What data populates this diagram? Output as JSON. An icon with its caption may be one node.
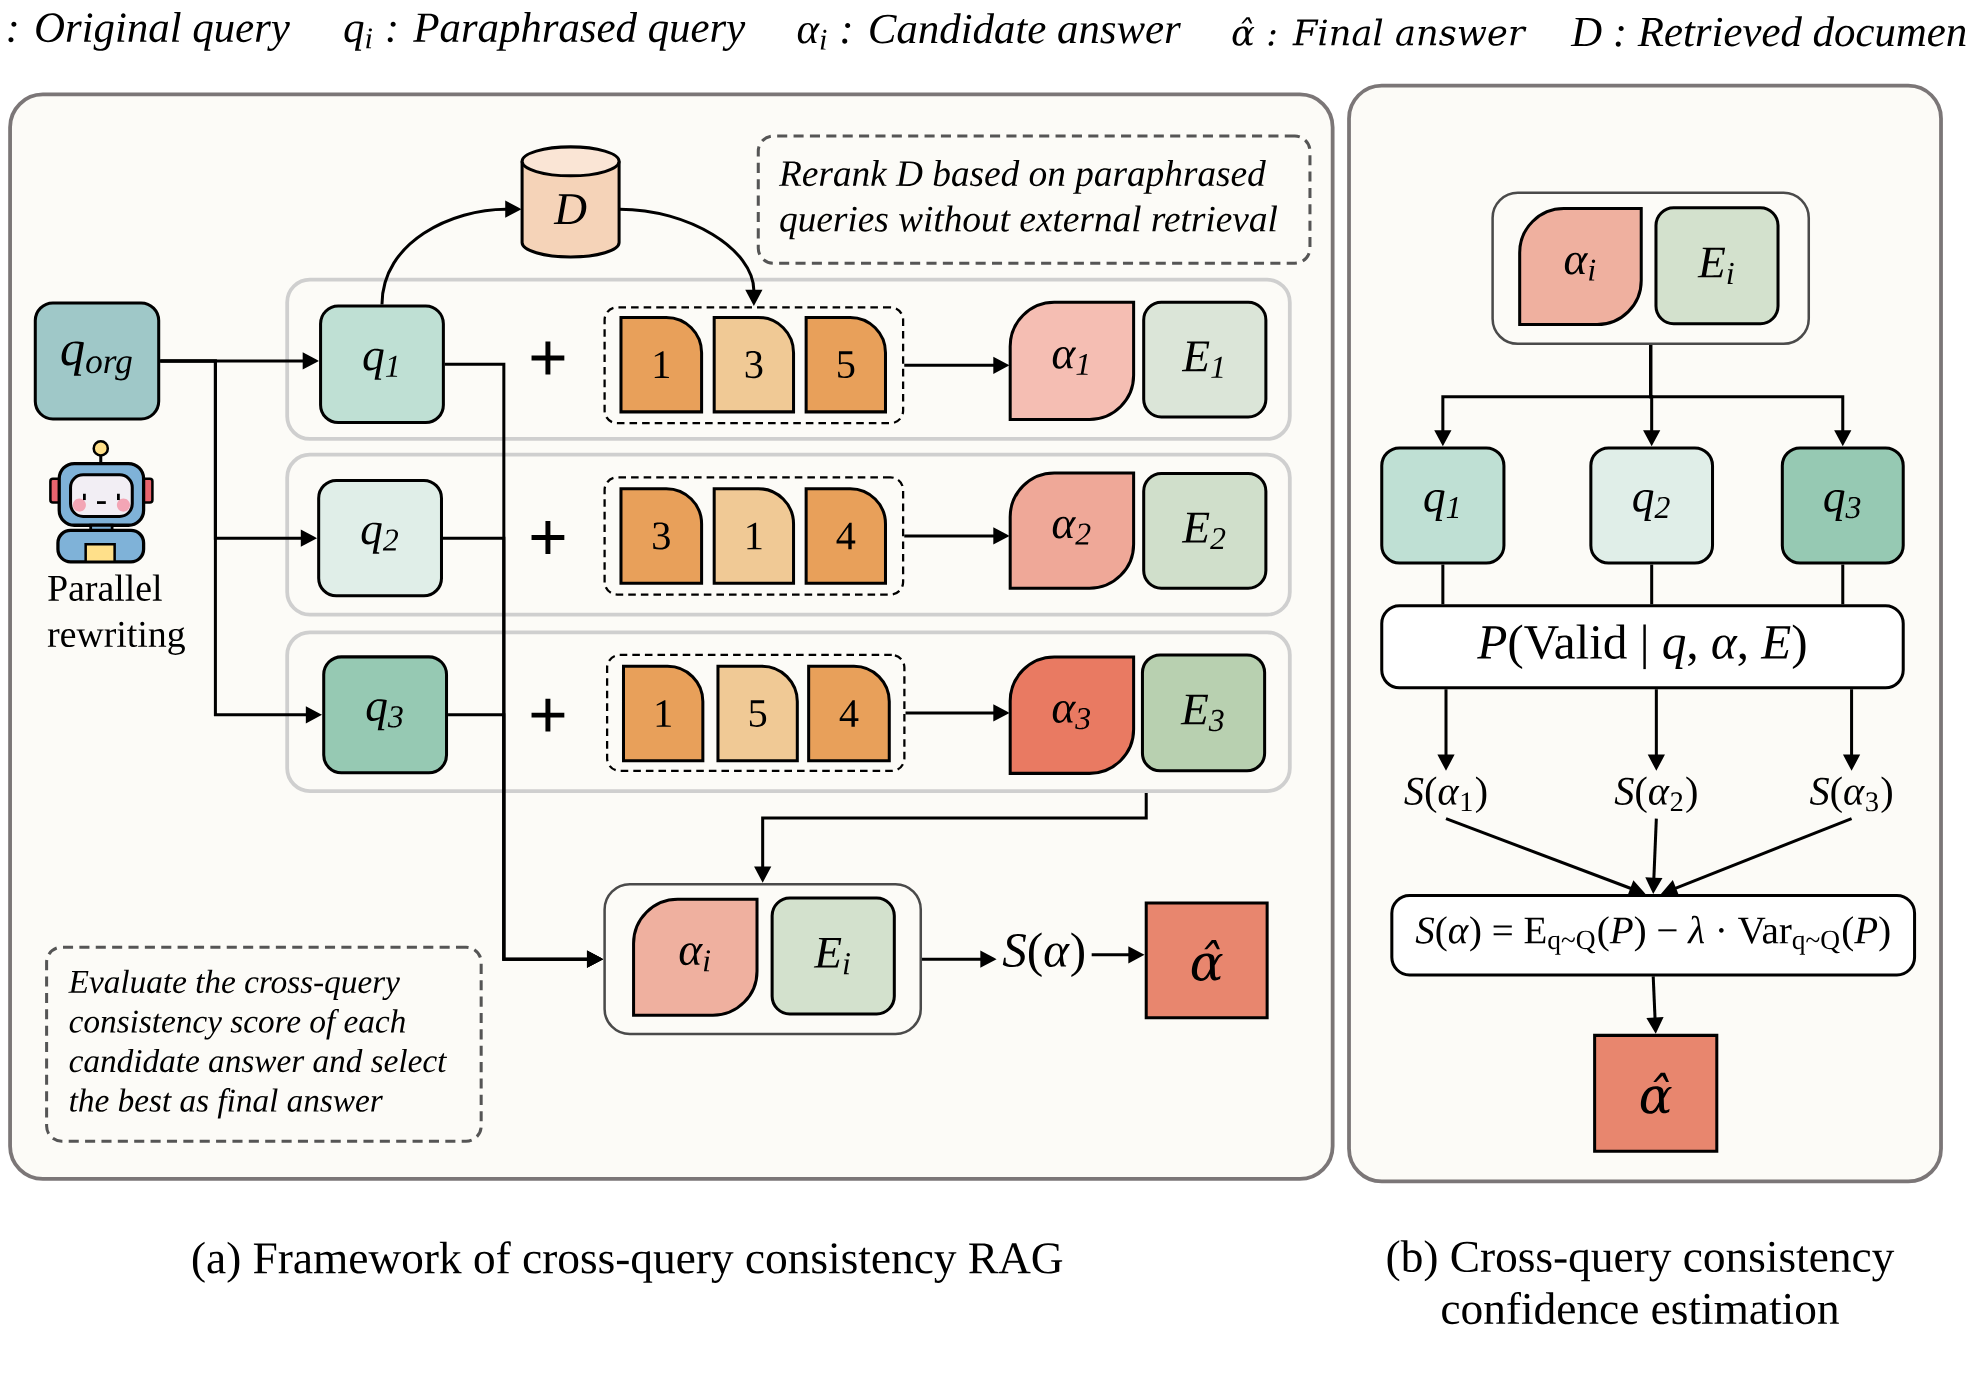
{
  "diagram": {
    "nodes": [
      {
        "text": [
          "(a) Framework of cross-query consistency RAG"
        ]
      },
      {
        "text": [
          "D"
        ],
        "in": 0
      },
      {
        "text": [
          "Rerank D based on paraphrased queries without external retrieval"
        ],
        "in": 0
      },
      {
        "text": [
          "q$_{org}$"
        ],
        "in": 0
      },
      {
        "text": [],
        "shape": "box",
        "in": 0
      },
      {
        "text": [
          "q$_{1}$"
        ],
        "in": 4
      },
      {
        "text": [],
        "shape": "box",
        "in": 4
      },
      {
        "text": [
          "1"
        ],
        "in": 6
      },
      {
        "text": [
          "3"
        ],
        "in": 6
      },
      {
        "text": [
          "5"
        ],
        "in": 6
      },
      {
        "text": [
          "α$_{1}$"
        ],
        "in": 4
      },
      {
        "text": [
          "E$_{1}$"
        ],
        "in": 4
      },
      {
        "text": [],
        "shape": "box",
        "in": 0
      },
      {
        "text": [
          "q$_{2}$"
        ],
        "in": 12
      },
      {
        "text": [],
        "shape": "box",
        "in": 12
      },
      {
        "text": [
          "3"
        ],
        "in": 14
      },
      {
        "text": [
          "1"
        ],
        "in": 14
      },
      {
        "text": [
          "4"
        ],
        "in": 14
      },
      {
        "text": [
          "α$_{2}$"
        ],
        "in": 12
      },
      {
        "text": [
          "E$_{2}$"
        ],
        "in": 12
      },
      {
        "text": [],
        "shape": "box",
        "in": 0
      },
      {
        "text": [
          "q$_{3}$"
        ],
        "in": 20
      },
      {
        "text": [],
        "shape": "box",
        "in": 20
      },
      {
        "text": [
          "1"
        ],
        "in": 22
      },
      {
        "text": [
          "5"
        ],
        "in": 22
      },
      {
        "text": [
          "4"
        ],
        "in": 22
      },
      {
        "text": [
          "α$_{3}$"
        ],
        "in": 20
      },
      {
        "text": [
          "E$_{3}$"
        ],
        "in": 20
      },
      {
        "text": [],
        "shape": "box",
        "in": 0
      },
      {
        "text": [
          "α$_{i}$"
        ],
        "in": 28
      },
      {
        "text": [
          "E$_{i}$"
        ],
        "in": 28
      },
      {
        "text": [
          "*S*(*α*)"
        ],
        "in": 0
      },
      {
        "text": [
          "α̂"
        ],
        "in": 0
      },
      {
        "text": [
          "Evaluate the cross-query consistency score of each candidate answer and select the best as final answer"
        ],
        "in": 0
      },
      {
        "text": [
          "(b) Cross-query consistency confidence estimation"
        ]
      },
      {
        "text": [],
        "shape": "box",
        "in": 34
      },
      {
        "text": [
          "α$_{i}$"
        ],
        "in": 35
      },
      {
        "text": [
          "E$_{i}$"
        ],
        "in": 35
      },
      {
        "text": [
          "q$_{1}$"
        ],
        "in": 34
      },
      {
        "text": [
          "q$_{2}$"
        ],
        "in": 34
      },
      {
        "text": [
          "q$_{3}$"
        ],
        "in": 34
      },
      {
        "text": [
          "*P*(Valid | *q*, *α*, *E*)"
        ],
        "in": 34
      },
      {
        "text": [
          "*S*(*α*$_{1}$)"
        ],
        "in": 34
      },
      {
        "text": [
          "*S*(*α*$_{2}$)"
        ],
        "in": 34
      },
      {
        "text": [
          "*S*(*α*$_{3}$)"
        ],
        "in": 34
      },
      {
        "text": [
          "*S*(*α*) = E$_{q~Q}$(*P*) − *λ* · Var$_{q~Q}$(*P*)"
        ],
        "in": 34
      },
      {
        "text": [
          "α̂"
        ],
        "in": 34
      }
    ],
    "edges": [
      {
        "from": 3,
        "to": 5,
        "arrow": "to"
      },
      {
        "from": 3,
        "to": 13,
        "arrow": "to"
      },
      {
        "from": 3,
        "to": 21,
        "arrow": "to"
      },
      {
        "from": 5,
        "to": 1,
        "arrow": "to"
      },
      {
        "from": 1,
        "to": 6,
        "arrow": "to"
      },
      {
        "from": 6,
        "to": 10,
        "arrow": "to"
      },
      {
        "from": 14,
        "to": 18,
        "arrow": "to"
      },
      {
        "from": 22,
        "to": 26,
        "arrow": "to"
      },
      {
        "from": 5,
        "to": 28,
        "arrow": "to"
      },
      {
        "from": 13,
        "to": 28,
        "arrow": "to"
      },
      {
        "from": 21,
        "to": 28,
        "arrow": "to"
      },
      {
        "from": 20,
        "to": 28,
        "arrow": "to"
      },
      {
        "from": 28,
        "to": 31,
        "arrow": "to"
      },
      {
        "from": 31,
        "to": 32,
        "arrow": "to"
      },
      {
        "from": 35,
        "to": 38,
        "arrow": "to"
      },
      {
        "from": 35,
        "to": 39,
        "arrow": "to"
      },
      {
        "from": 35,
        "to": 40,
        "arrow": "to"
      },
      {
        "from": 38,
        "to": 41,
        "arrow": "none"
      },
      {
        "from": 39,
        "to": 41,
        "arrow": "none"
      },
      {
        "from": 40,
        "to": 41,
        "arrow": "none"
      },
      {
        "from": 41,
        "to": 42,
        "arrow": "to"
      },
      {
        "from": 41,
        "to": 43,
        "arrow": "to"
      },
      {
        "from": 41,
        "to": 44,
        "arrow": "to"
      },
      {
        "from": 42,
        "to": 45,
        "arrow": "to"
      },
      {
        "from": 43,
        "to": 45,
        "arrow": "to"
      },
      {
        "from": 44,
        "to": 45,
        "arrow": "to"
      },
      {
        "from": 45,
        "to": 46,
        "arrow": "to"
      }
    ],
    "labels": [
      ": Original query",
      "q$_{i}$ : Paraphrased query",
      "α$_{i}$ : Candidate answer",
      "α̂ : Final answer",
      "D : Retrieved documen",
      "Parallel rewriting",
      "+",
      "+",
      "+"
    ]
  }
}
